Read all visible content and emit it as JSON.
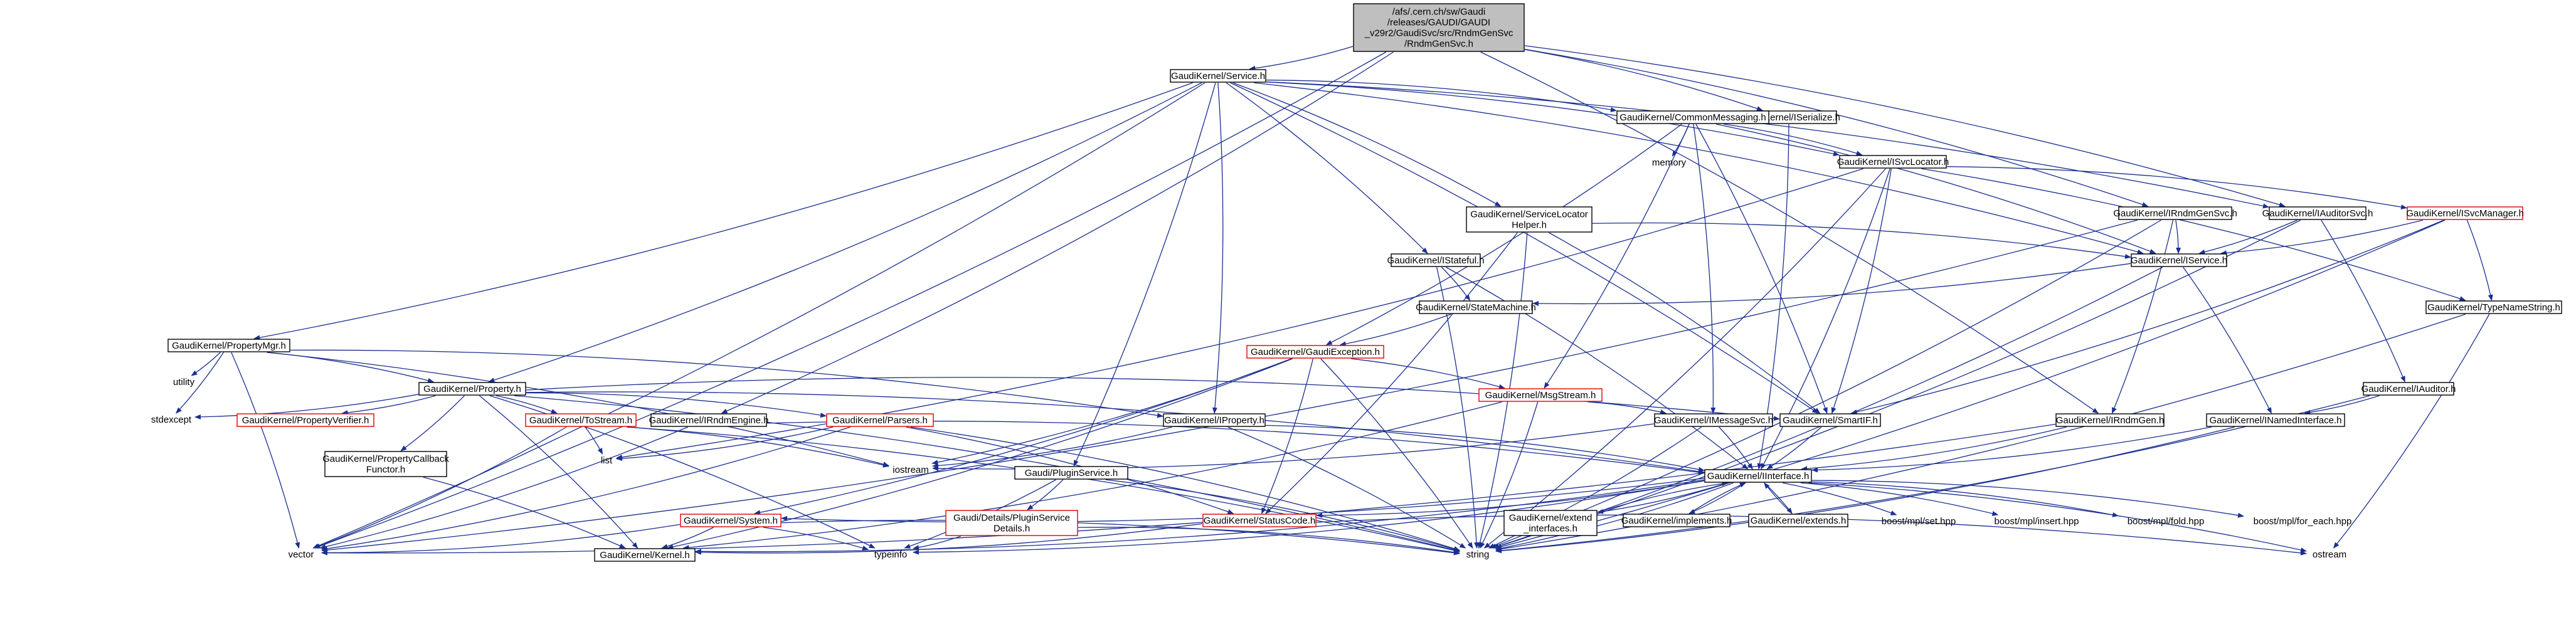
{
  "root_label": [
    "/afs/.cern.ch/sw/Gaudi",
    "/releases/GAUDI/GAUDI",
    "_v29r2/GaudiSvc/src/RndmGenSvc",
    "/RndmGenSvc.h"
  ],
  "nodes": {
    "service": [
      "GaudiKernel/Service.h"
    ],
    "iserialize": [
      "GaudiKernel/ISerialize.h"
    ],
    "commonmsg": [
      "GaudiKernel/CommonMessaging.h"
    ],
    "isvclocator": [
      "GaudiKernel/ISvcLocator.h"
    ],
    "memory": [
      "memory"
    ],
    "irndmgensvc": [
      "GaudiKernel/IRndmGenSvc.h"
    ],
    "iauditorsvc": [
      "GaudiKernel/IAuditorSvc.h"
    ],
    "isvcmanager": [
      "GaudiKernel/ISvcManager.h"
    ],
    "svclocatorhelper": [
      "GaudiKernel/ServiceLocator",
      "Helper.h"
    ],
    "iservice": [
      "GaudiKernel/IService.h"
    ],
    "istateful": [
      "GaudiKernel/IStateful.h"
    ],
    "statemachine": [
      "GaudiKernel/StateMachine.h"
    ],
    "typenamestring": [
      "GaudiKernel/TypeNameString.h"
    ],
    "propertymgr": [
      "GaudiKernel/PropertyMgr.h"
    ],
    "utility": [
      "utility"
    ],
    "gaudiexception": [
      "GaudiKernel/GaudiException.h"
    ],
    "iauditor": [
      "GaudiKernel/IAuditor.h"
    ],
    "property": [
      "GaudiKernel/Property.h"
    ],
    "stdexcept": [
      "stdexcept"
    ],
    "propertyverifier": [
      "GaudiKernel/PropertyVerifier.h"
    ],
    "tostream": [
      "GaudiKernel/ToStream.h"
    ],
    "irndmengine": [
      "GaudiKernel/IRndmEngine.h"
    ],
    "parsers": [
      "GaudiKernel/Parsers.h"
    ],
    "msgstream": [
      "GaudiKernel/MsgStream.h"
    ],
    "iproperty": [
      "GaudiKernel/IProperty.h"
    ],
    "smartif": [
      "GaudiKernel/SmartIF.h"
    ],
    "imessagesvc": [
      "GaudiKernel/IMessageSvc.h"
    ],
    "irndmgen": [
      "GaudiKernel/IRndmGen.h"
    ],
    "inamedinterface": [
      "GaudiKernel/INamedInterface.h"
    ],
    "propcallback": [
      "GaudiKernel/PropertyCallback",
      "Functor.h"
    ],
    "list": [
      "list"
    ],
    "iostream": [
      "iostream"
    ],
    "pluginservice": [
      "Gaudi/PluginService.h"
    ],
    "iinterface": [
      "GaudiKernel/IInterface.h"
    ],
    "pluginservicedetails": [
      "Gaudi/Details/PluginService",
      "Details.h"
    ],
    "system": [
      "GaudiKernel/System.h"
    ],
    "statuscode": [
      "GaudiKernel/StatusCode.h"
    ],
    "extend_interfaces": [
      "GaudiKernel/extend",
      "_interfaces.h"
    ],
    "implements": [
      "GaudiKernel/implements.h"
    ],
    "extends": [
      "GaudiKernel/extends.h"
    ],
    "mpl_set": [
      "boost/mpl/set.hpp"
    ],
    "mpl_insert": [
      "boost/mpl/insert.hpp"
    ],
    "mpl_fold": [
      "boost/mpl/fold.hpp"
    ],
    "mpl_for_each": [
      "boost/mpl/for_each.hpp"
    ],
    "vector": [
      "vector"
    ],
    "kernel": [
      "GaudiKernel/Kernel.h"
    ],
    "typeinfo": [
      "typeinfo"
    ],
    "string": [
      "string"
    ],
    "ostream": [
      "ostream"
    ]
  }
}
